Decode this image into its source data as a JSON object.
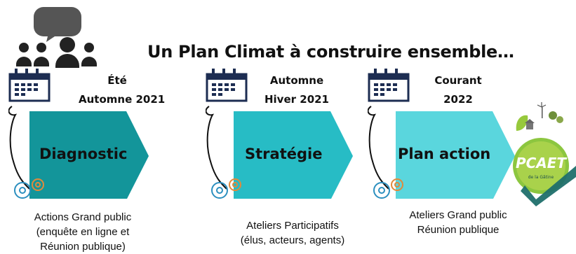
{
  "title": "Un Plan Climat à construire ensemble…",
  "icons": {
    "audience": "meeting-audience-icon",
    "calendar": "calendar-icon",
    "gears": "gears-icon",
    "badge": "pcaet-badge"
  },
  "phases": [
    {
      "period_line1": "Été",
      "period_line2": "Automne 2021",
      "name": "Diagnostic",
      "caption": [
        "Actions Grand public",
        "(enquête en ligne et",
        "Réunion publique)"
      ],
      "color": "#13959a"
    },
    {
      "period_line1": "Automne",
      "period_line2": "Hiver 2021",
      "name": "Stratégie",
      "caption": [
        "Ateliers Participatifs",
        "(élus, acteurs, agents)"
      ],
      "color": "#27bcc5"
    },
    {
      "period_line1": "Courant",
      "period_line2": "2022",
      "name": "Plan action",
      "caption": [
        "Ateliers Grand public",
        "Réunion publique"
      ],
      "color": "#5ad6dd"
    }
  ],
  "badge": {
    "title": "PCAET",
    "subtitle": "de la Gâtine",
    "colors": {
      "ring": "#c8e01e",
      "check": "#1f6f6c",
      "leaf": "#97c93c"
    }
  }
}
